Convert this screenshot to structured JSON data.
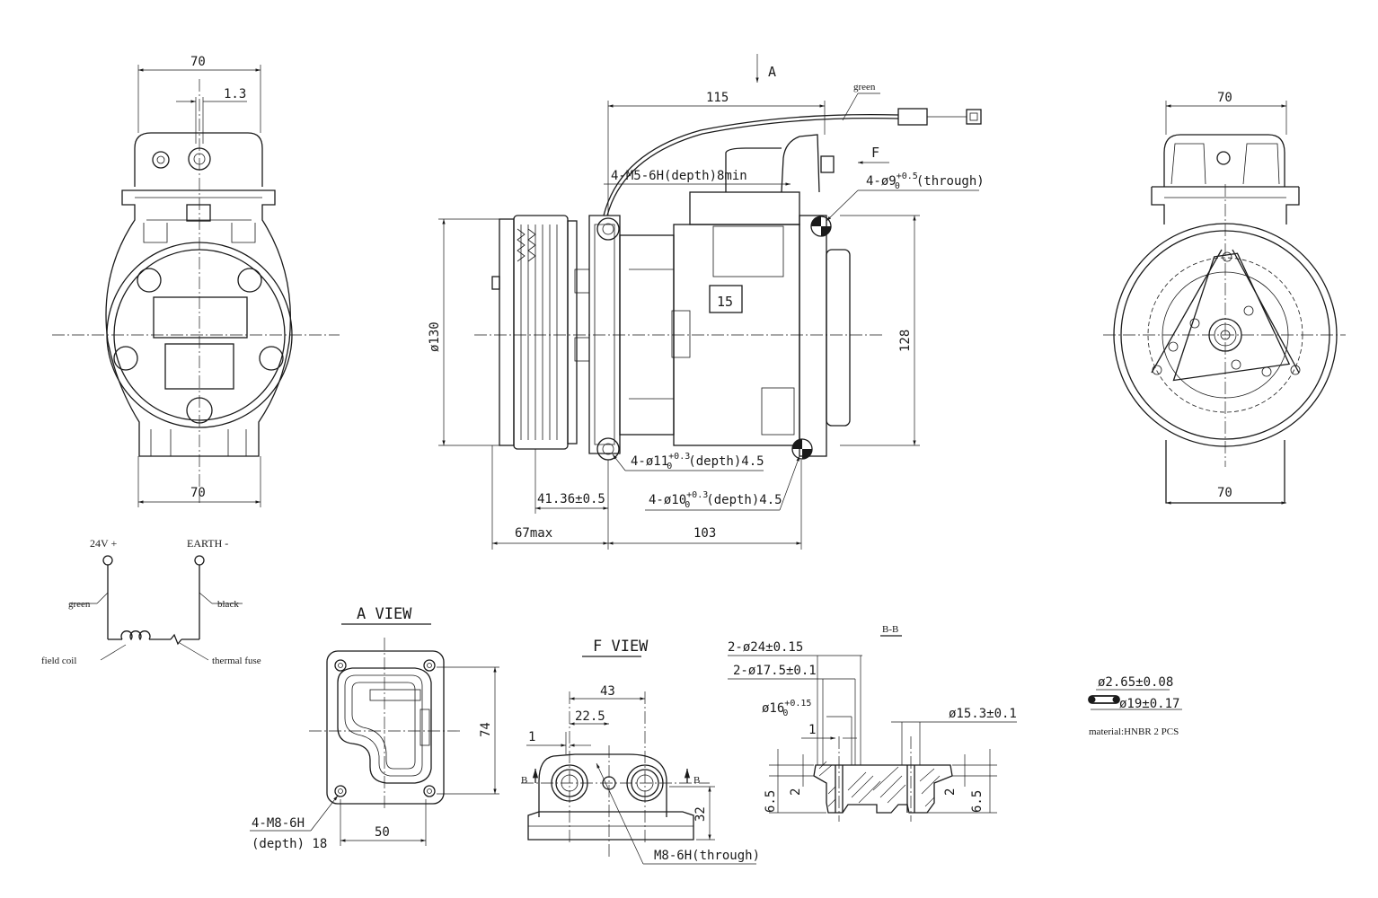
{
  "labels": {
    "view_a_arrow": "A",
    "view_f_arrow": "F",
    "wire_green_top": "green",
    "box_15": "15",
    "a_view": "A VIEW",
    "f_view": "F VIEW",
    "bb_title": "B-B",
    "section_b_left": "B",
    "section_b_right": "B",
    "v24": "24V +",
    "earth": "EARTH -",
    "green": "green",
    "black": "black",
    "field_coil": "field coil",
    "thermal_fuse": "thermal fuse",
    "material": "material:HNBR  2 PCS"
  },
  "dims": {
    "left_top_70": "70",
    "left_13": "1.3",
    "left_bottom_70": "70",
    "main_115": "115",
    "m5": "4-M5-6H(depth)8min",
    "phi9": "4-ø9",
    "phi9_sup": "+0.5",
    "phi9_sub": "0",
    "phi9_tail": "(through)",
    "phi130": "ø130",
    "d128": "128",
    "phi11": "4-ø11",
    "phi11_sup": "+0.3",
    "phi11_sub": "0",
    "phi11_tail": "(depth)4.5",
    "phi10": "4-ø10",
    "phi10_sup": "+0.3",
    "phi10_sub": "0",
    "phi10_tail": "(depth)4.5",
    "d4136": "41.36±0.5",
    "d67": "67max",
    "d103": "103",
    "right_top_70": "70",
    "right_bottom_70": "70",
    "av_74": "74",
    "av_50": "50",
    "av_m8": "4-M8-6H",
    "av_depth": "(depth) 18",
    "fv_43": "43",
    "fv_225": "22.5",
    "fv_1": "1",
    "fv_32": "32",
    "fv_m8": "M8-6H(through)",
    "bb_24": "2-ø24±0.15",
    "bb_175": "2-ø17.5±0.1",
    "bb_16": "ø16",
    "bb_16_sup": "+0.15",
    "bb_16_sub": "0",
    "bb_1": "1",
    "bb_153": "ø15.3±0.1",
    "bb_65_left": "6.5",
    "bb_2_left": "2",
    "bb_2_right": "2",
    "bb_65_right": "6.5",
    "oring_265": "ø2.65±0.08",
    "oring_19": "ø19±0.17"
  }
}
